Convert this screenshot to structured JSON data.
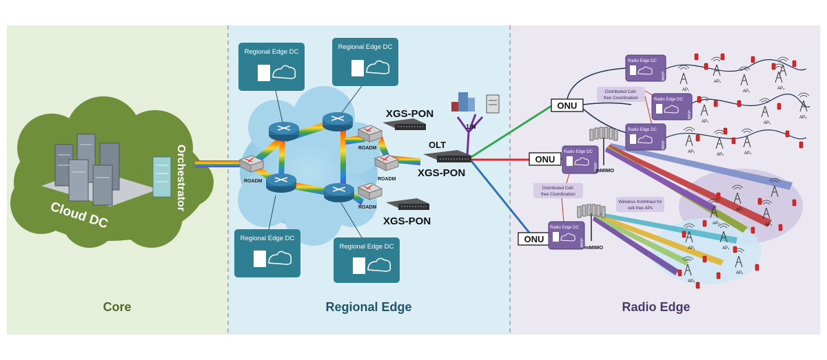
{
  "zones": {
    "core": "Core",
    "regional": "Regional Edge",
    "radio": "Radio Edge"
  },
  "core": {
    "cloud_label": "Cloud DC",
    "orchestrator_label": "Orchestrator"
  },
  "regional": {
    "dc_label": "Regional Edge DC",
    "roadm_label": "ROADM",
    "xgs_pon_label": "XGS-PON",
    "olt_label": "OLT",
    "split_label": "1:N"
  },
  "radio": {
    "onu_label": "ONU",
    "radio_dc_label": "Radio Edge DC",
    "vran_label": "vRAN",
    "mmimo_label": "mMIMO",
    "coordination_label_1": "Distributed Cell-",
    "coordination_label_2": "free Coordination",
    "fronthaul_label_1": "Wireless fronhhaul for",
    "fronthaul_label_2": "cell-free APs",
    "ap_labels": [
      "AP₁",
      "AP₂",
      "AP₃",
      "AP₄",
      "AP₅"
    ]
  },
  "colors": {
    "core_bg": "#e6efd9",
    "regional_bg": "#dbeef6",
    "radio_bg": "#ebe8f1",
    "cloud_green": "#6f8f3a",
    "dc_teal": "#2f7f93",
    "router_blue": "#2c6f97",
    "radio_purple": "#7b62a3",
    "link_green": "#2fa84f",
    "link_red": "#d42a2a",
    "link_blue": "#2f75b5",
    "link_purple": "#7030a0"
  }
}
